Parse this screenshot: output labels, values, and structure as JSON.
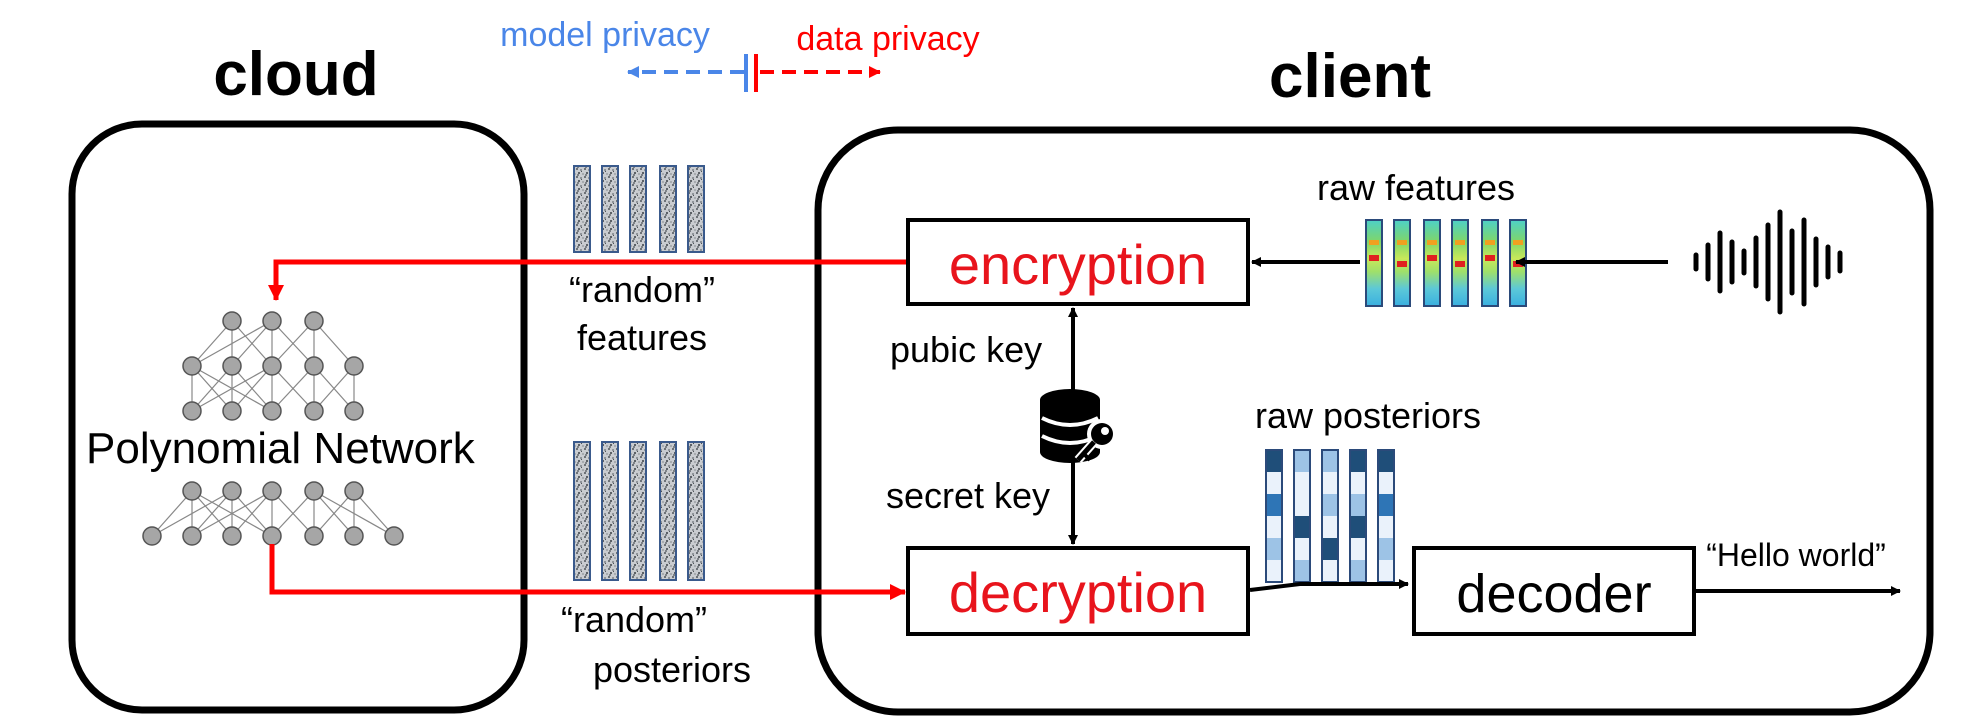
{
  "privacy_legend": {
    "model_privacy": "model privacy",
    "data_privacy": "data privacy",
    "model_color": "#4a86e8",
    "data_color": "#ff0000"
  },
  "cloud": {
    "title": "cloud",
    "network_label": "Polynomial Network"
  },
  "client": {
    "title": "client",
    "raw_features_label": "raw features",
    "encryption_label": "encryption",
    "decryption_label": "decryption",
    "decoder_label": "decoder",
    "public_key_label": "pubic key",
    "secret_key_label": "secret key",
    "raw_posteriors_label": "raw posteriors",
    "output_label": "“Hello world”"
  },
  "transit": {
    "random_features_line1": "“random”",
    "random_features_line2": "features",
    "random_posteriors_line1": "“random”",
    "random_posteriors_line2": "posteriors"
  },
  "icons": {
    "database": "database-key-icon",
    "waveform": "audio-waveform-icon"
  },
  "colors": {
    "flow_red": "#ff0000",
    "label_red": "#e8141c",
    "line_black": "#000000",
    "node_gray": "#a6a6a6",
    "posterior_dark": "#1f4e79",
    "posterior_mid": "#2e75b6",
    "posterior_light": "#9dc3e6"
  }
}
